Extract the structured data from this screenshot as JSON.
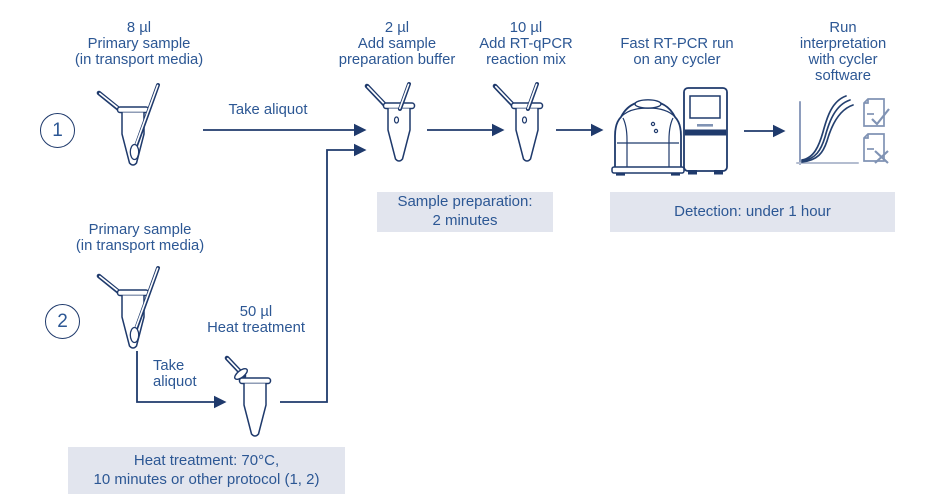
{
  "palette": {
    "ink": "#1f3a6c",
    "text_blue": "#2c5794",
    "callout_bg": "#e2e5ee",
    "light_steel": "#8093b4",
    "axis_gray": "#b4bdd0"
  },
  "steps": {
    "badge1": "1",
    "badge2": "2",
    "sample1_label": "8 µl\nPrimary sample\n(in transport media)",
    "take_aliquot1": "Take aliquot",
    "prep_label": "2 µl\nAdd sample\npreparation buffer",
    "mix_label": "10 µl\nAdd RT-qPCR\nreaction mix",
    "pcr_label": "Fast RT-PCR run\non any cycler",
    "interp_label": "Run interpretation\nwith cycler\nsoftware",
    "sample2_label": "Primary sample\n(in transport media)",
    "take_aliquot2": "Take\naliquot",
    "heat_label": "50 µl\nHeat treatment"
  },
  "callouts": {
    "sample_prep": "Sample preparation:\n2 minutes",
    "detection": "Detection: under 1 hour",
    "heat_treatment": "Heat treatment: 70°C,\n10 minutes or other protocol (1, 2)"
  }
}
